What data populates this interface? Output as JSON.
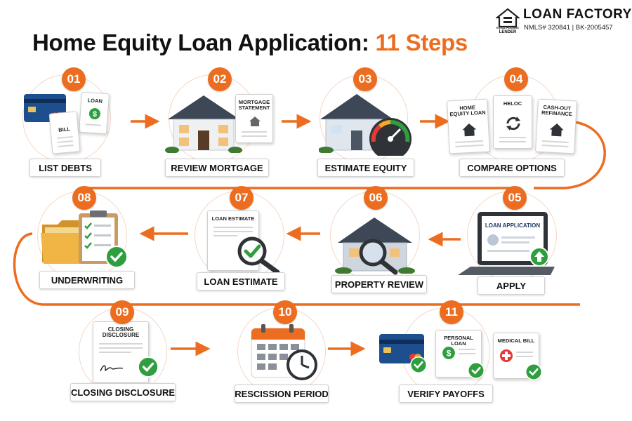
{
  "title": {
    "main": "Home Equity Loan Application: ",
    "accent": "11 Steps"
  },
  "brand": {
    "name": "LOAN FACTORY",
    "registered": "®",
    "license": "NMLS# 320841 | BK-2005457",
    "ehl_line1": "EQUAL HOUSING",
    "ehl_line2": "LENDER"
  },
  "colors": {
    "accent": "#ec6d1f",
    "check": "#2e9e3f",
    "card": "#1d4f8f"
  },
  "steps": [
    {
      "number": "01",
      "label": "LIST DEBTS",
      "docs": [
        "LOAN",
        "BILL"
      ]
    },
    {
      "number": "02",
      "label": "REVIEW MORTGAGE",
      "docs": [
        "MORTGAGE STATEMENT"
      ]
    },
    {
      "number": "03",
      "label": "ESTIMATE EQUITY",
      "docs": []
    },
    {
      "number": "04",
      "label": "COMPARE OPTIONS",
      "docs": [
        "HOME EQUITY LOAN",
        "HELOC",
        "CASH-OUT REFINANCE"
      ]
    },
    {
      "number": "05",
      "label": "APPLY",
      "docs": [
        "LOAN APPLICATION"
      ]
    },
    {
      "number": "06",
      "label": "PROPERTY REVIEW",
      "docs": []
    },
    {
      "number": "07",
      "label": "LOAN ESTIMATE",
      "docs": [
        "LOAN ESTIMATE"
      ]
    },
    {
      "number": "08",
      "label": "UNDERWRITING",
      "docs": []
    },
    {
      "number": "09",
      "label": "CLOSING DISCLOSURE",
      "docs": [
        "CLOSING DISCLOSURE"
      ]
    },
    {
      "number": "10",
      "label": "RESCISSION PERIOD",
      "docs": []
    },
    {
      "number": "11",
      "label": "VERIFY PAYOFFS",
      "docs": [
        "PERSONAL LOAN",
        "MEDICAL BILL"
      ]
    }
  ]
}
